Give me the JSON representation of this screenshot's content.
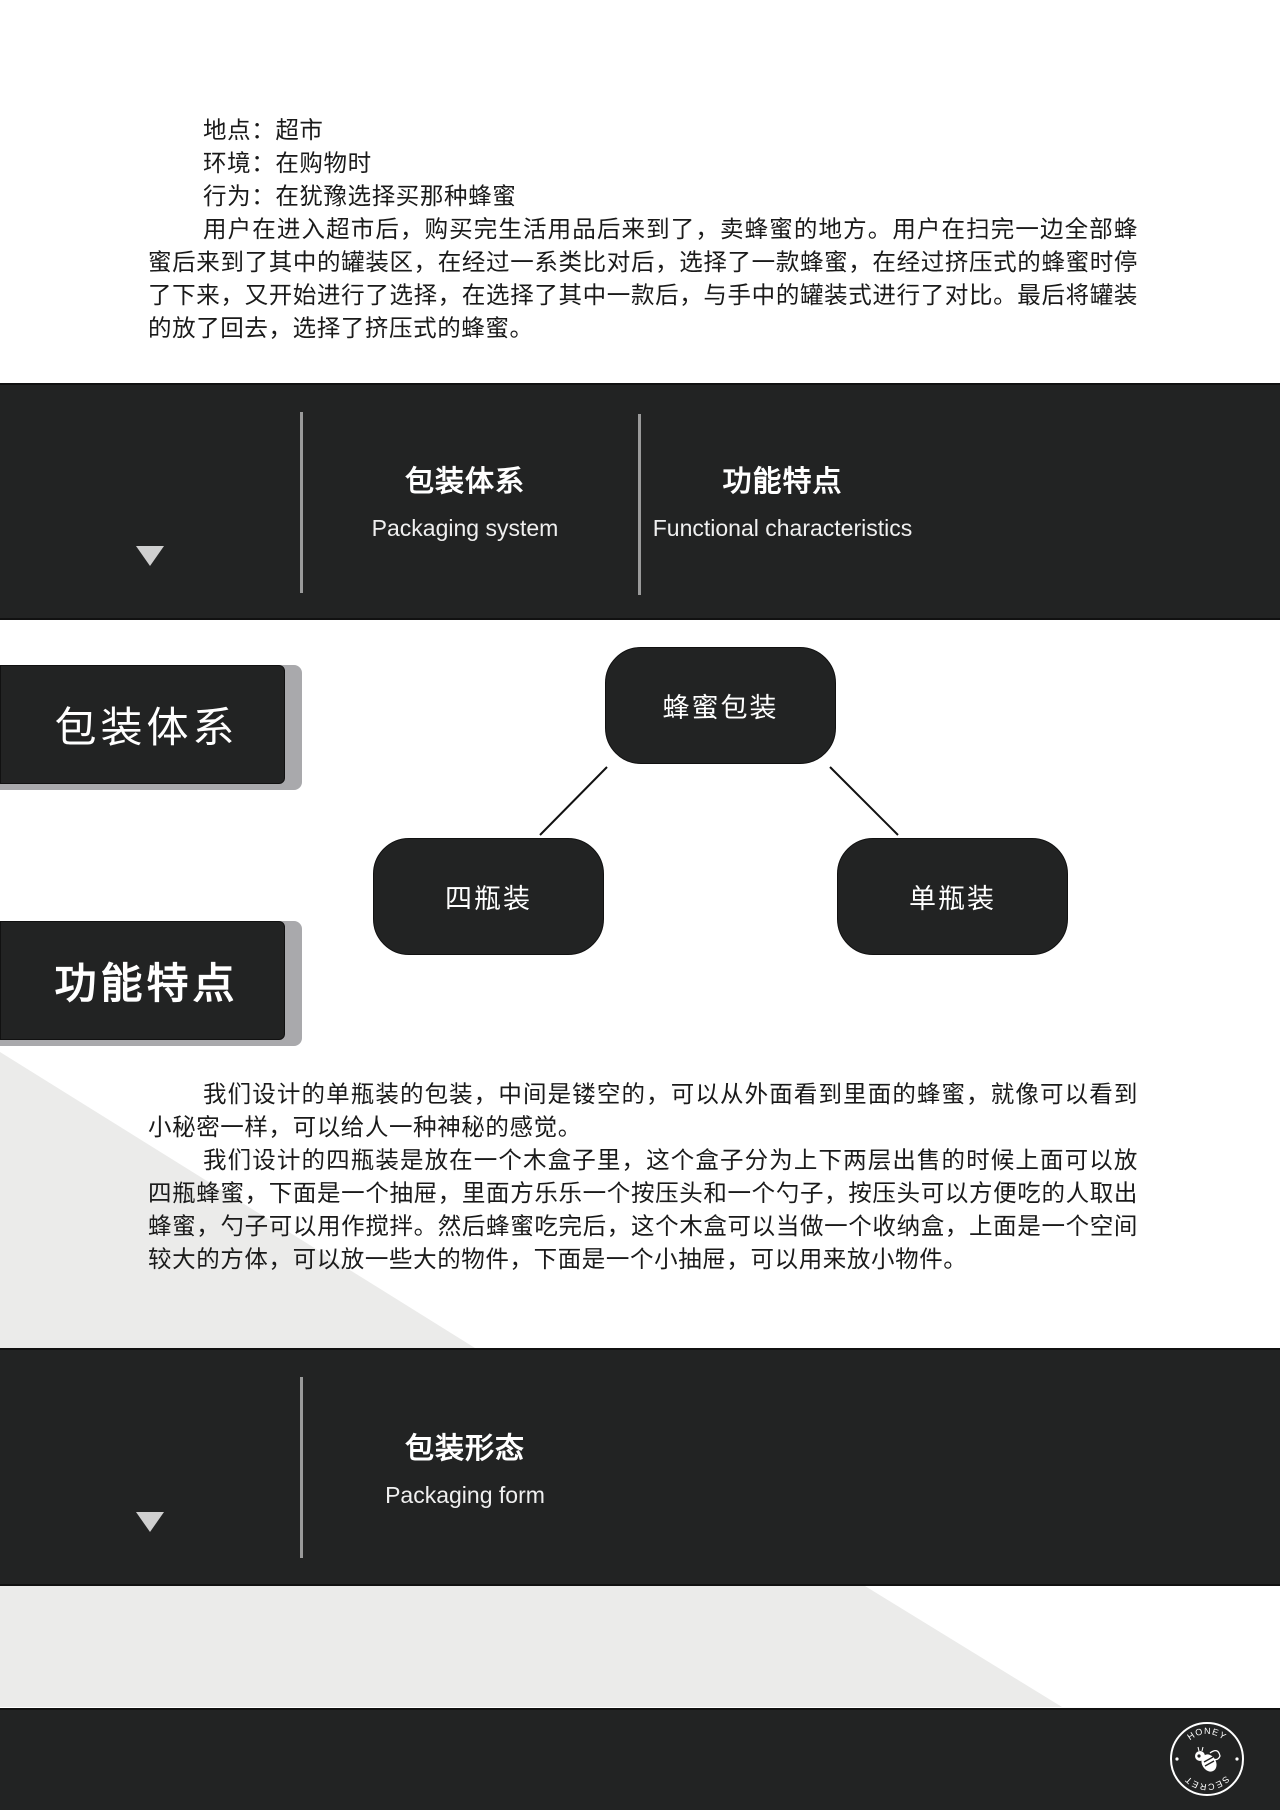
{
  "intro": {
    "location_label": "地点：",
    "location_value": "超市",
    "environment_label": "环境：",
    "environment_value": "在购物时",
    "behavior_label": "行为：",
    "behavior_value": "在犹豫选择买那种蜂蜜",
    "scenario": "用户在进入超市后，购买完生活用品后来到了，卖蜂蜜的地方。用户在扫完一边全部蜂蜜后来到了其中的罐装区，在经过一系类比对后，选择了一款蜂蜜，在经过挤压式的蜂蜜时停了下来，又开始进行了选择，在选择了其中一款后，与手中的罐装式进行了对比。最后将罐装的放了回去，选择了挤压式的蜂蜜。"
  },
  "band1": {
    "toggle_icon": "triangle-down-icon",
    "items": [
      {
        "title_cn": "包装体系",
        "title_en": "Packaging system"
      },
      {
        "title_cn": "功能特点",
        "title_en": "Functional characteristics"
      }
    ]
  },
  "labels": {
    "packaging_system": "包装体系",
    "functional_characteristics": "功能特点"
  },
  "diagram": {
    "root": "蜂蜜包装",
    "children": [
      "四瓶装",
      "单瓶装"
    ]
  },
  "features": {
    "single_bottle": "我们设计的单瓶装的包装，中间是镂空的，可以从外面看到里面的蜂蜜，就像可以看到小秘密一样，可以给人一种神秘的感觉。",
    "four_bottle": "我们设计的四瓶装是放在一个木盒子里，这个盒子分为上下两层出售的时候上面可以放四瓶蜂蜜，下面是一个抽屉，里面方乐乐一个按压头和一个勺子，按压头可以方便吃的人取出蜂蜜，勺子可以用作搅拌。然后蜂蜜吃完后，这个木盒可以当做一个收纳盒，上面是一个空间较大的方体，可以放一些大的物件，下面是一个小抽屉，可以用来放小物件。"
  },
  "band2": {
    "toggle_icon": "triangle-down-icon",
    "items": [
      {
        "title_cn": "包装形态",
        "title_en": "Packaging form"
      }
    ]
  },
  "footer": {
    "logo_top_text": "HONEY",
    "logo_bottom_text": "SECRET",
    "logo_icon": "bee-icon"
  },
  "colors": {
    "dark": "#222323",
    "light_gray": "#ebebea",
    "shadow_gray": "#a9a9ac",
    "divider": "#9a9a9a"
  }
}
